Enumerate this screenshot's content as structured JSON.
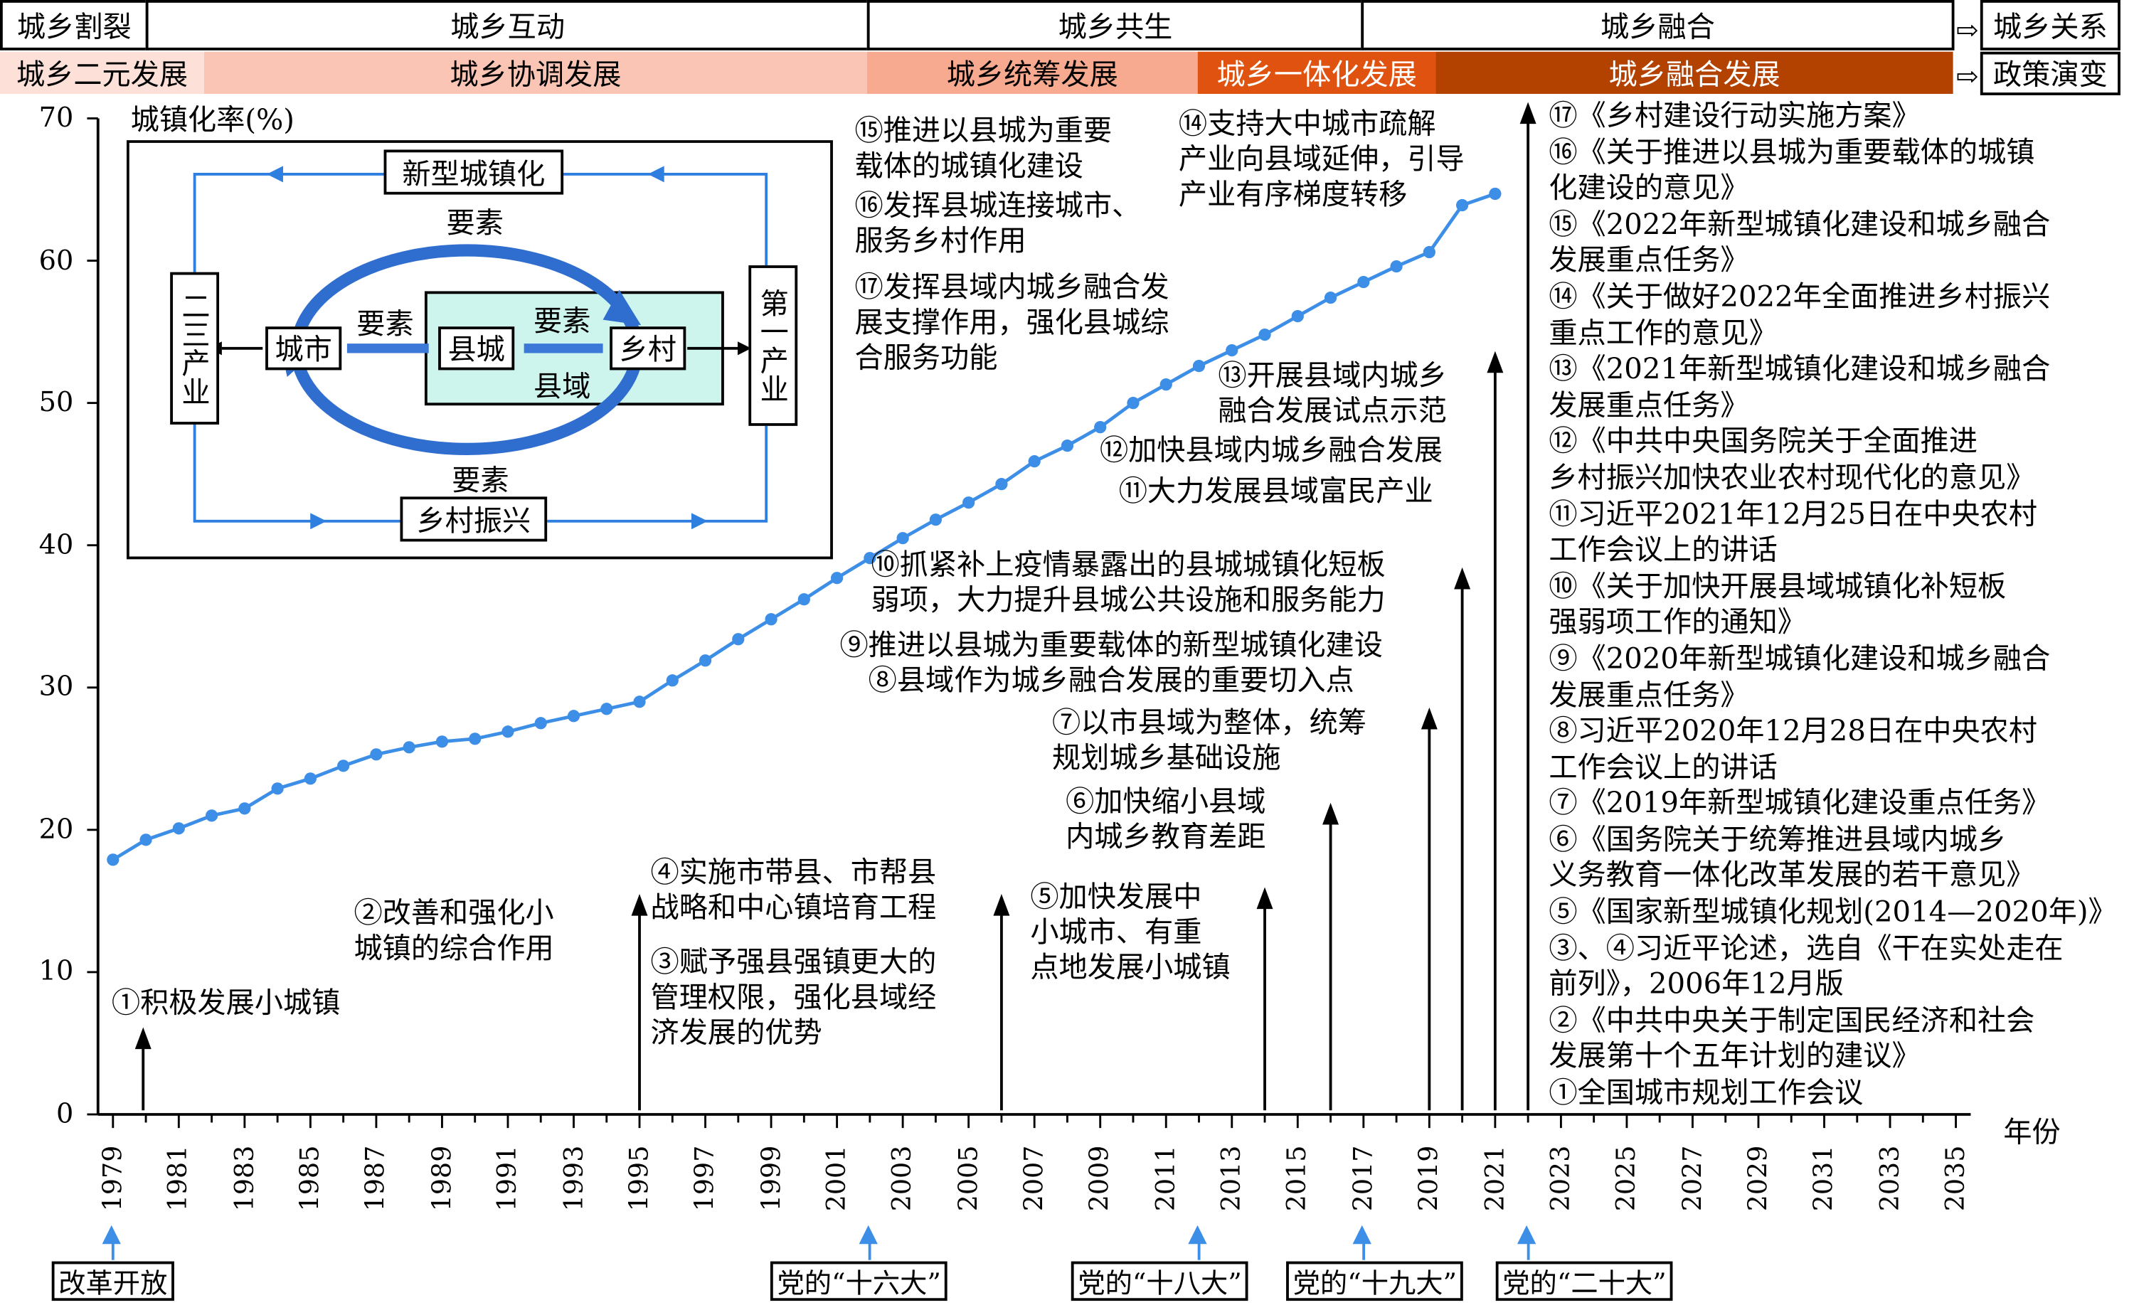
{
  "header": {
    "relations": [
      "城乡割裂",
      "城乡互动",
      "城乡共生",
      "城乡融合"
    ],
    "relations_label": "城乡关系",
    "policies": [
      "城乡二元发展",
      "城乡协调发展",
      "城乡统筹发展",
      "城乡一体化发展",
      "城乡融合发展"
    ],
    "policies_label": "政策演变",
    "policy_colors": [
      "#fde0d8",
      "#fac5b5",
      "#f7aa8f",
      "#e0520f",
      "#b34100"
    ]
  },
  "inset": {
    "new_urbanization": "新型城镇化",
    "rural_revitalization": "乡村振兴",
    "secondary_tertiary": "二三产业",
    "primary": "第一产业",
    "city": "城市",
    "county_town": "县城",
    "village": "乡村",
    "county": "县域",
    "factor": "要素"
  },
  "annotations": [
    [
      "①积极发展小城镇"
    ],
    [
      "②改善和强化小",
      "城镇的综合作用"
    ],
    [
      "③赋予强县强镇更大的",
      "管理权限，强化县域经",
      "济发展的优势"
    ],
    [
      "④实施市带县、市帮县",
      "战略和中心镇培育工程"
    ],
    [
      "⑤加快发展中",
      "小城市、有重",
      "点地发展小城镇"
    ],
    [
      "⑥加快缩小县域",
      "内城乡教育差距"
    ],
    [
      "⑦以市县域为整体，统筹",
      "规划城乡基础设施"
    ],
    [
      "⑧县域作为城乡融合发展的重要切入点"
    ],
    [
      "⑨推进以县城为重要载体的新型城镇化建设"
    ],
    [
      "⑩抓紧补上疫情暴露出的县城城镇化短板",
      "弱项，大力提升县城公共设施和服务能力"
    ],
    [
      "⑪大力发展县域富民产业"
    ],
    [
      "⑫加快县域内城乡融合发展"
    ],
    [
      "⑬开展县域内城乡",
      "融合发展试点示范"
    ],
    [
      "⑭支持大中城市疏解",
      "产业向县域延伸，引导",
      "产业有序梯度转移"
    ],
    [
      "⑮推进以县城为重要",
      "载体的城镇化建设"
    ],
    [
      "⑯发挥县城连接城市、",
      "服务乡村作用"
    ],
    [
      "⑰发挥县域内城乡融合发",
      "展支撑作用，强化县城综",
      "合服务功能"
    ]
  ],
  "sources": [
    "⑰《乡村建设行动实施方案》",
    "⑯《关于推进以县城为重要载体的城镇",
    "化建设的意见》",
    "⑮《2022年新型城镇化建设和城乡融合",
    "发展重点任务》",
    "⑭《关于做好2022年全面推进乡村振兴",
    "重点工作的意见》",
    "⑬《2021年新型城镇化建设和城乡融合",
    "发展重点任务》",
    "⑫《中共中央国务院关于全面推进",
    "乡村振兴加快农业农村现代化的意见》",
    "⑪习近平2021年12月25日在中央农村",
    "工作会议上的讲话",
    "⑩《关于加快开展县域城镇化补短板",
    "强弱项工作的通知》",
    "⑨《2020年新型城镇化建设和城乡融合",
    "发展重点任务》",
    "⑧习近平2020年12月28日在中央农村",
    "工作会议上的讲话",
    "⑦《2019年新型城镇化建设重点任务》",
    "⑥《国务院关于统筹推进县域内城乡",
    "义务教育一体化改革发展的若干意见》",
    "⑤《国家新型城镇化规划(2014—2020年)》",
    "③、④习近平论述，选自《干在实处走在",
    "前列》，2006年12月版",
    "②《中共中央关于制定国民经济和社会",
    "发展第十个五年计划的建议》",
    "①全国城市规划工作会议"
  ],
  "milestones": [
    {
      "label": "改革开放",
      "year": 1979
    },
    {
      "label": "党的“十六大”",
      "year": 2002
    },
    {
      "label": "党的“十八大”",
      "year": 2012
    },
    {
      "label": "党的“十九大”",
      "year": 2017
    },
    {
      "label": "党的“二十大”",
      "year": 2022
    }
  ],
  "event_arrow_years": [
    1980,
    1995,
    2006,
    2014,
    2016,
    2019,
    2020,
    2021,
    2022
  ],
  "chart_data": {
    "type": "line",
    "title": "",
    "xlabel": "年份",
    "ylabel": "城镇化率(%)",
    "xlim": [
      1978,
      2035
    ],
    "ylim": [
      0,
      70
    ],
    "yticks": [
      0,
      10,
      20,
      30,
      40,
      50,
      60,
      70
    ],
    "xticks": [
      1979,
      1981,
      1983,
      1985,
      1987,
      1989,
      1991,
      1993,
      1995,
      1997,
      1999,
      2001,
      2003,
      2005,
      2007,
      2009,
      2011,
      2013,
      2015,
      2017,
      2019,
      2021,
      2023,
      2025,
      2027,
      2029,
      2031,
      2033,
      2035
    ],
    "line_color": "#3d8ee6",
    "series": [
      {
        "name": "城镇化率",
        "x": [
          1979,
          1980,
          1981,
          1982,
          1983,
          1984,
          1985,
          1986,
          1987,
          1988,
          1989,
          1990,
          1991,
          1992,
          1993,
          1994,
          1995,
          1996,
          1997,
          1998,
          1999,
          2000,
          2001,
          2002,
          2003,
          2004,
          2005,
          2006,
          2007,
          2008,
          2009,
          2010,
          2011,
          2012,
          2013,
          2014,
          2015,
          2016,
          2017,
          2018,
          2019,
          2020,
          2021
        ],
        "y": [
          17.9,
          19.3,
          20.1,
          21.0,
          21.5,
          22.9,
          23.6,
          24.5,
          25.3,
          25.8,
          26.2,
          26.4,
          26.9,
          27.5,
          28.0,
          28.5,
          29.0,
          30.5,
          31.9,
          33.4,
          34.8,
          36.2,
          37.7,
          39.1,
          40.5,
          41.8,
          43.0,
          44.3,
          45.9,
          47.0,
          48.3,
          50.0,
          51.3,
          52.6,
          53.7,
          54.8,
          56.1,
          57.4,
          58.5,
          59.6,
          60.6,
          63.9,
          64.7
        ]
      }
    ]
  }
}
